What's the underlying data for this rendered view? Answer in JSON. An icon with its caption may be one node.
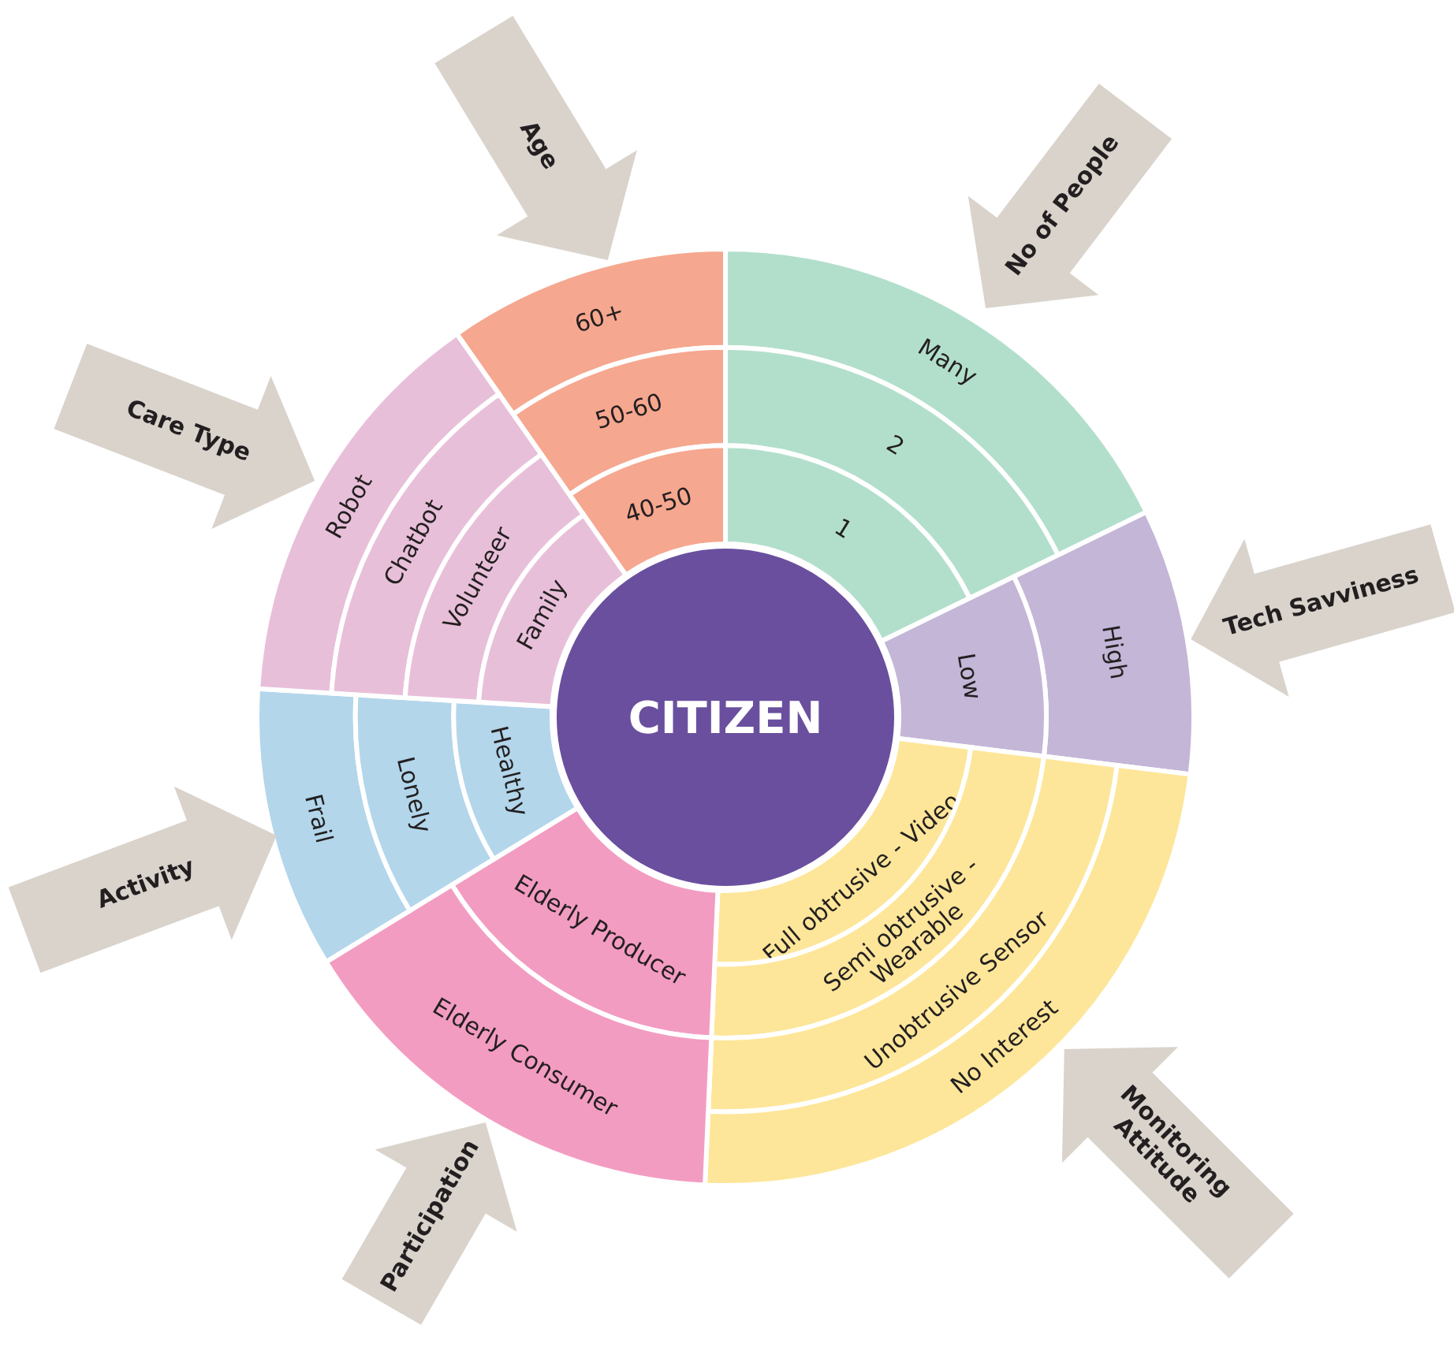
{
  "diagram": {
    "nodes": [
      {
        "text": [
          "CITIZEN"
        ]
      },
      {
        "text": [
          "Age"
        ]
      },
      {
        "text": [
          "60+"
        ]
      },
      {
        "text": [
          "50-60"
        ]
      },
      {
        "text": [
          "40-50"
        ]
      },
      {
        "text": [
          "No of People"
        ]
      },
      {
        "text": [
          "Many"
        ]
      },
      {
        "text": [
          "2"
        ]
      },
      {
        "text": [
          "1"
        ]
      },
      {
        "text": [
          "Tech Savviness"
        ]
      },
      {
        "text": [
          "High"
        ]
      },
      {
        "text": [
          "Low"
        ]
      },
      {
        "text": [
          "Monitoring Attitude"
        ]
      },
      {
        "text": [
          "Full obtrusive - Video"
        ]
      },
      {
        "text": [
          "Semi obtrusive - Wearable"
        ]
      },
      {
        "text": [
          "Unobtrusive Sensor"
        ]
      },
      {
        "text": [
          "No Interest"
        ]
      },
      {
        "text": [
          "Participation"
        ]
      },
      {
        "text": [
          "Elderly Producer"
        ]
      },
      {
        "text": [
          "Elderly Consumer"
        ]
      },
      {
        "text": [
          "Activity"
        ]
      },
      {
        "text": [
          "Frail"
        ]
      },
      {
        "text": [
          "Lonely"
        ]
      },
      {
        "text": [
          "Healthy"
        ]
      },
      {
        "text": [
          "Care Type"
        ]
      },
      {
        "text": [
          "Robot"
        ]
      },
      {
        "text": [
          "Chatbot"
        ]
      },
      {
        "text": [
          "Volunteer"
        ]
      },
      {
        "text": [
          "Family"
        ]
      }
    ]
  }
}
